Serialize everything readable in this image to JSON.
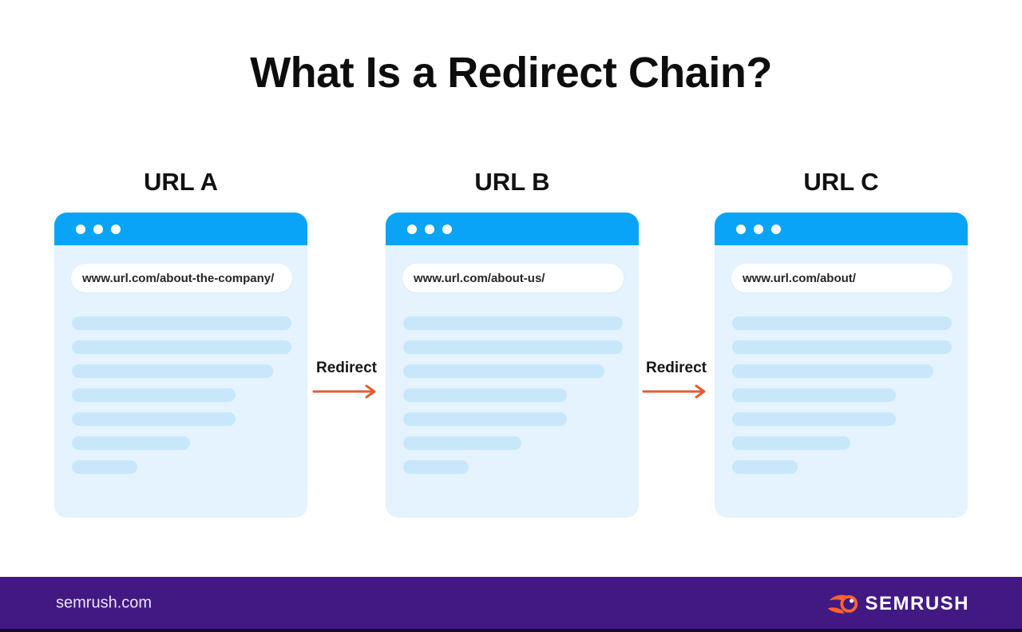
{
  "title": "What Is a Redirect Chain?",
  "browsers": [
    {
      "label": "URL A",
      "url": "www.url.com/about-the-company/"
    },
    {
      "label": "URL B",
      "url": "www.url.com/about-us/"
    },
    {
      "label": "URL C",
      "url": "www.url.com/about/"
    }
  ],
  "arrows": [
    {
      "label": "Redirect"
    },
    {
      "label": "Redirect"
    }
  ],
  "footer": {
    "site": "semrush.com",
    "brand": "SEMRUSH"
  },
  "colors": {
    "browser_bar": "#09A4F6",
    "browser_body": "#E4F3FD",
    "skeleton": "#C8E7FB",
    "arrow": "#E25C33",
    "footer_bg": "#421983",
    "brand_orange": "#FF642D"
  }
}
